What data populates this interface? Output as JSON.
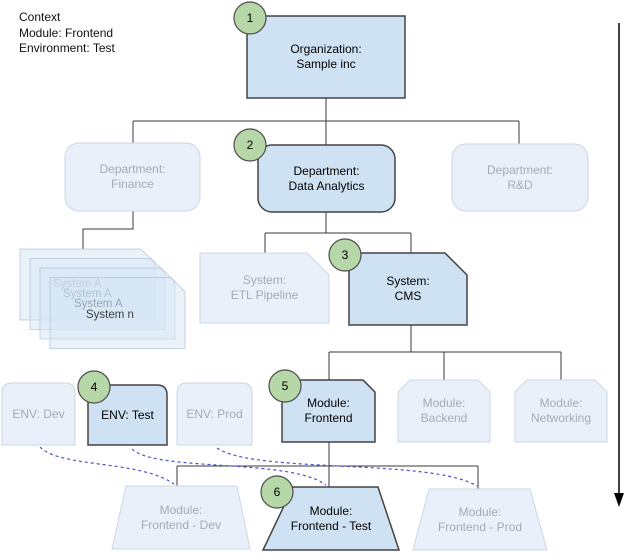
{
  "context": {
    "line1": "Context",
    "line2": "Module: Frontend",
    "line3": "Environment: Test"
  },
  "colors": {
    "highlight_fill": "#cfe2f3",
    "highlight_border": "#434343",
    "faded_fill": "#e9f0f9",
    "faded_border": "#ccd7e4",
    "faded_text": "#a3abb5",
    "step_fill": "#b6d7a8",
    "step_border": "#4d4d4d",
    "connector": "#3a3a3a",
    "dashed_link": "#4a50d9",
    "arrow": "#000000"
  },
  "steps": {
    "s1": "1",
    "s2": "2",
    "s3": "3",
    "s4": "4",
    "s5": "5",
    "s6": "6"
  },
  "nodes": {
    "organization": {
      "line1": "Organization:",
      "line2": "Sample inc"
    },
    "dept_finance": {
      "line1": "Department:",
      "line2": "Finance"
    },
    "dept_data_analytics": {
      "line1": "Department:",
      "line2": "Data Analytics"
    },
    "dept_rd": {
      "line1": "Department:",
      "line2": "R&D"
    },
    "system_stack": {
      "lines": [
        "System A",
        "System A",
        "System A",
        "System n"
      ]
    },
    "system_etl": {
      "line1": "System:",
      "line2": "ETL Pipeline"
    },
    "system_cms": {
      "line1": "System:",
      "line2": "CMS"
    },
    "env_dev": {
      "line1": "ENV: Dev"
    },
    "env_test": {
      "line1": "ENV: Test"
    },
    "env_prod": {
      "line1": "ENV: Prod"
    },
    "module_frontend": {
      "line1": "Module:",
      "line2": "Frontend"
    },
    "module_backend": {
      "line1": "Module:",
      "line2": "Backend"
    },
    "module_networking": {
      "line1": "Module:",
      "line2": "Networking"
    },
    "module_frontend_dev": {
      "line1": "Module:",
      "line2": "Frontend - Dev"
    },
    "module_frontend_test": {
      "line1": "Module:",
      "line2": "Frontend - Test"
    },
    "module_frontend_prod": {
      "line1": "Module:",
      "line2": "Frontend - Prod"
    }
  }
}
